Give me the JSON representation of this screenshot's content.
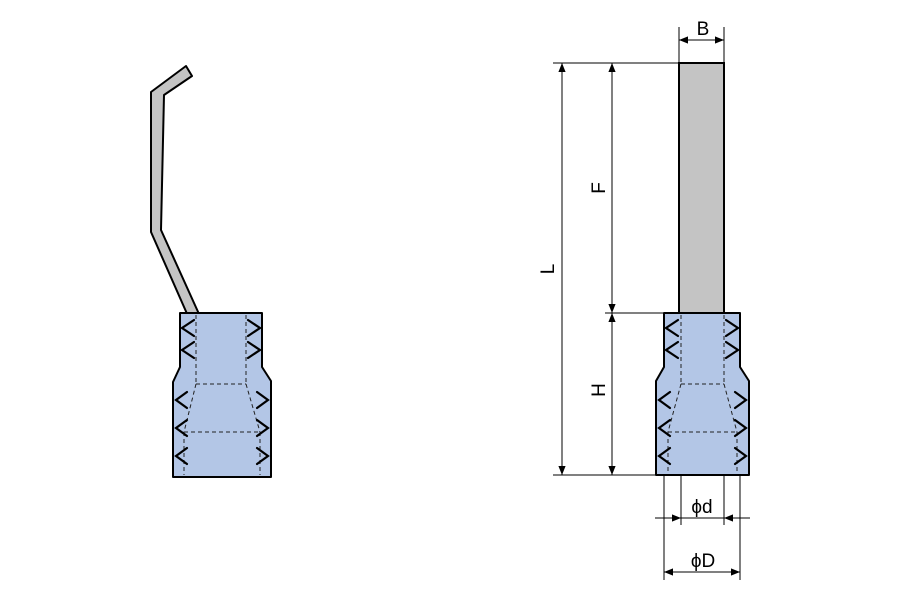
{
  "dimensions": {
    "B": "B",
    "F": "F",
    "L": "L",
    "H": "H",
    "d": "ϕd",
    "D": "ϕD"
  },
  "colors": {
    "sleeve": "#b3c6e6",
    "pin": "#c4c4c4",
    "line": "#000000",
    "background": "#ffffff"
  }
}
